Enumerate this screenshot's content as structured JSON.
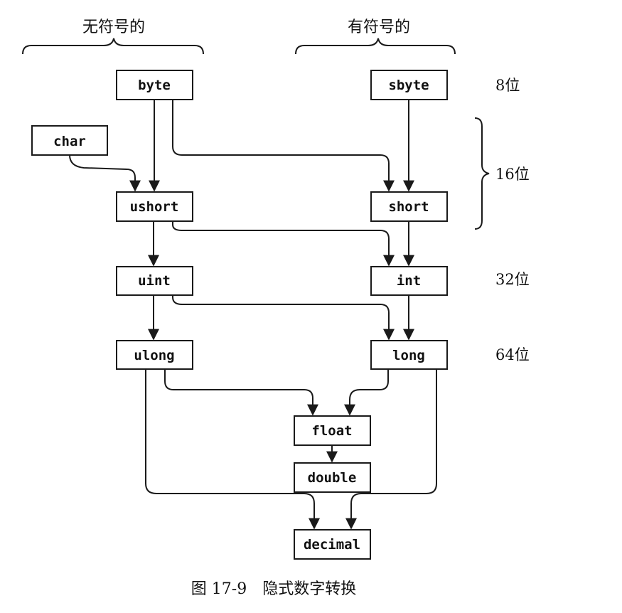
{
  "headers": {
    "unsigned": "无符号的",
    "signed": "有符号的"
  },
  "types": {
    "byte": "byte",
    "sbyte": "sbyte",
    "char": "char",
    "ushort": "ushort",
    "short": "short",
    "uint": "uint",
    "int": "int",
    "ulong": "ulong",
    "long": "long",
    "float": "float",
    "double": "double",
    "decimal": "decimal"
  },
  "bit_labels": {
    "b8": "8位",
    "b16": "16位",
    "b32": "32位",
    "b64": "64位"
  },
  "caption": "图 17-9　隐式数字转换",
  "edges": [
    [
      "byte",
      "ushort"
    ],
    [
      "byte",
      "short"
    ],
    [
      "sbyte",
      "short"
    ],
    [
      "char",
      "ushort"
    ],
    [
      "ushort",
      "uint"
    ],
    [
      "ushort",
      "int"
    ],
    [
      "short",
      "int"
    ],
    [
      "uint",
      "ulong"
    ],
    [
      "uint",
      "long"
    ],
    [
      "int",
      "long"
    ],
    [
      "ulong",
      "float"
    ],
    [
      "long",
      "float"
    ],
    [
      "float",
      "double"
    ],
    [
      "ulong",
      "decimal"
    ],
    [
      "long",
      "decimal"
    ]
  ]
}
